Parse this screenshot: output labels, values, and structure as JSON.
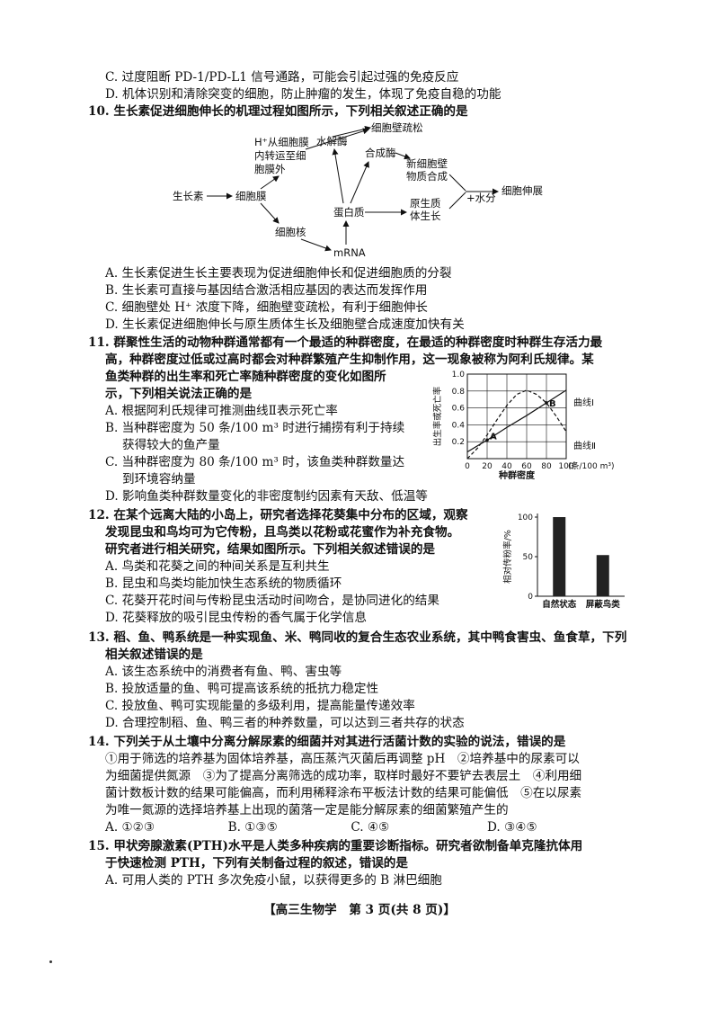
{
  "lines": {
    "q9c": "C. 过度阻断 PD-1/PD-L1 信号通路，可能会引起过强的免疫反应",
    "q9d": "D. 机体识别和清除突变的细胞，防止肿瘤的发生，体现了免疫自稳的功能",
    "q10": "10. 生长素促进细胞伸长的机理过程如图所示，下列相关叙述正确的是",
    "q10a": "A. 生长素促进生长主要表现为促进细胞伸长和促进细胞质的分裂",
    "q10b": "B. 生长素可直接与基因结合激活相应基因的表达而发挥作用",
    "q10c": "C. 细胞壁处 H⁺ 浓度下降，细胞壁变疏松，有利于细胞伸长",
    "q10d": "D. 生长素促进细胞伸长与原生质体生长及细胞壁合成速度加快有关",
    "q11_1": "11. 群聚性生活的动物种群通常都有一个最适的种群密度，在最适的种群密度时种群生存活力最",
    "q11_2": "高，种群密度过低或过高时都会对种群繁殖产生抑制作用，这一现象被称为阿利氏规律。某",
    "q11_3": "鱼类种群的出生率和死亡率随种群密度的变化如图所",
    "q11_4": "示，下列相关说法正确的是",
    "q11a": "A. 根据阿利氏规律可推测曲线Ⅱ表示死亡率",
    "q11b1": "B. 当种群密度为 50 条/100 m³ 时进行捕捞有利于持续",
    "q11b2": "获得较大的鱼产量",
    "q11c1": "C. 当种群密度为 80 条/100 m³ 时，该鱼类种群数量达",
    "q11c2": "到环境容纳量",
    "q11d": "D. 影响鱼类种群数量变化的非密度制约因素有天敌、低温等",
    "q12_1": "12. 在某个远离大陆的小岛上，研究者选择花葵集中分布的区域，观察",
    "q12_2": "发现昆虫和鸟均可为它传粉，且鸟类以花粉或花蜜作为补充食物。",
    "q12_3": "研究者进行相关研究，结果如图所示。下列相关叙述错误的是",
    "q12a": "A. 鸟类和花葵之间的种间关系是互利共生",
    "q12b": "B. 昆虫和鸟类均能加快生态系统的物质循环",
    "q12c": "C. 花葵开花时间与传粉昆虫活动时间吻合，是协同进化的结果",
    "q12d": "D. 花葵释放的吸引昆虫传粉的香气属于化学信息",
    "q13_1": "13. 稻、鱼、鸭系统是一种实现鱼、米、鸭同收的复合生态农业系统，其中鸭食害虫、鱼食草，下列",
    "q13_2": "相关叙述错误的是",
    "q13a": "A. 该生态系统中的消费者有鱼、鸭、害虫等",
    "q13b": "B. 投放适量的鱼、鸭可提高该系统的抵抗力稳定性",
    "q13c": "C. 投放鱼、鸭可实现能量的多级利用，提高能量传递效率",
    "q13d": "D. 合理控制稻、鱼、鸭三者的种养数量，可以达到三者共存的状态",
    "q14_1": "14. 下列关于从土壤中分离分解尿素的细菌并对其进行活菌计数的实验的说法，错误的是",
    "q14_2": "①用于筛选的培养基为固体培养基，高压蒸汽灭菌后再调整 pH　②培养基中的尿素可以",
    "q14_3": "为细菌提供氮源　③为了提高分离筛选的成功率，取样时最好不要铲去表层土　④利用细",
    "q14_4": "菌计数板计数的结果可能偏高，而利用稀释涂布平板法计数的结果可能偏低　⑤在以尿素",
    "q14_5": "为唯一氮源的选择培养基上出现的菌落一定是能分解尿素的细菌繁殖产生的",
    "q14_opt": "A. ①②③　　　　　　B. ①③⑤　　　　　　C. ④⑤　　　　　　　　D. ③④⑤",
    "q15_1": "15. 甲状旁腺激素(PTH)水平是人类多种疾病的重要诊断指标。研究者欲制备单克隆抗体用",
    "q15_2": "于快速检测 PTH，下列有关制备过程的叙述，错误的是",
    "q15a": "A. 可用人类的 PTH 多次免疫小鼠，以获得更多的 B 淋巴细胞"
  },
  "diagram": {
    "auxin": "生长素",
    "membrane": "细胞膜",
    "h_transport": [
      "H⁺从细胞膜",
      "内转运至细",
      "胞膜外"
    ],
    "hydrolase": "水解酶",
    "wall_loose": "细胞壁疏松",
    "synthase": "合成酶",
    "new_wall": [
      "新细胞壁",
      "物质合成"
    ],
    "protein": "蛋白质",
    "protoplast": [
      "原生质",
      "体生长"
    ],
    "water": "+水分",
    "elongation": "细胞伸展",
    "nucleus": "细胞核",
    "mrna": "mRNA"
  },
  "chart_data": [
    {
      "type": "line",
      "ylabel": "出生率或死亡率",
      "xlabel": "种群密度",
      "x_unit": "(条/100 m³)",
      "xlim": [
        0,
        100
      ],
      "ylim": [
        0,
        1.0
      ],
      "x_ticks": [
        "0",
        "20",
        "40",
        "60",
        "80",
        "100"
      ],
      "y_ticks": [
        "0.2",
        "0.4",
        "0.6",
        "0.8",
        "1.0"
      ],
      "series": [
        {
          "name": "曲线Ⅰ",
          "style": "solid",
          "x": [
            0,
            20,
            40,
            60,
            80,
            100
          ],
          "y": [
            0.08,
            0.22,
            0.37,
            0.51,
            0.66,
            0.81
          ]
        },
        {
          "name": "曲线Ⅱ",
          "style": "dashed",
          "x": [
            0,
            10,
            20,
            30,
            40,
            50,
            60,
            70,
            80,
            90,
            100
          ],
          "y": [
            0.0,
            0.12,
            0.28,
            0.46,
            0.63,
            0.76,
            0.81,
            0.76,
            0.66,
            0.5,
            0.32
          ]
        }
      ],
      "annotations": [
        {
          "label": "A",
          "x": 20,
          "y": 0.22
        },
        {
          "label": "B",
          "x": 80,
          "y": 0.66
        }
      ]
    },
    {
      "type": "bar",
      "ylabel": "相对传粉率/%",
      "categories": [
        "自然状态",
        "屏蔽鸟类"
      ],
      "values": [
        100,
        52
      ],
      "ylim": [
        0,
        100
      ],
      "y_ticks": [
        "0",
        "50",
        "100"
      ]
    }
  ],
  "footer": "【高三生物学　第 3 页(共 8 页)】"
}
